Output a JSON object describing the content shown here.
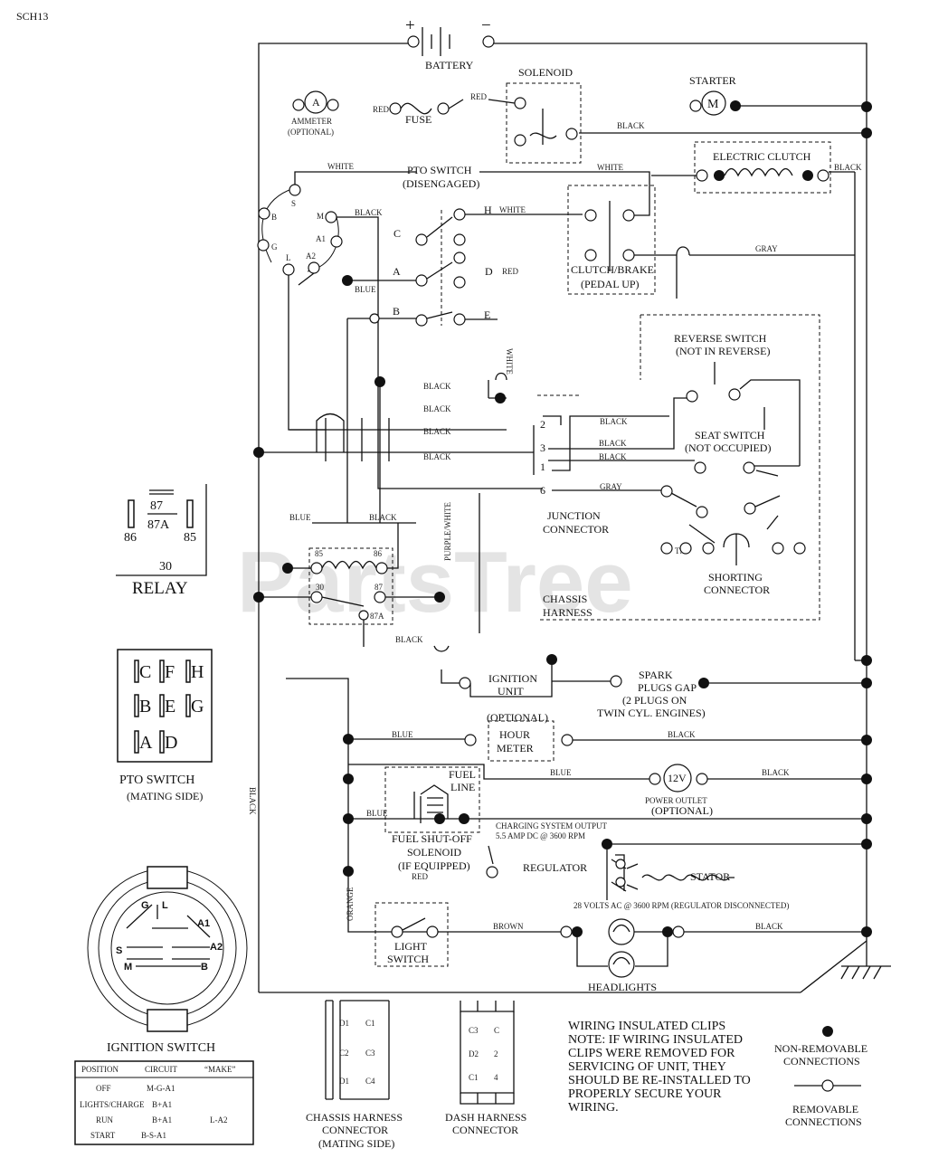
{
  "page_code": "SCH13",
  "watermark": "PartsTree",
  "watermark_tm": "TM",
  "battery": {
    "label": "BATTERY",
    "plus": "+",
    "minus": "−"
  },
  "solenoid": {
    "label": "SOLENOID"
  },
  "starter": {
    "label": "STARTER",
    "symbol": "M"
  },
  "ammeter": {
    "label": "AMMETER",
    "sublabel": "(OPTIONAL)",
    "symbol": "A"
  },
  "fuse": {
    "label": "FUSE"
  },
  "pto_switch": {
    "label": "PTO SWITCH",
    "state": "(DISENGAGED)",
    "terminals": [
      "C",
      "H",
      "A",
      "D",
      "B",
      "E"
    ]
  },
  "electric_clutch": {
    "label": "ELECTRIC CLUTCH"
  },
  "clutch_brake": {
    "label": "CLUTCH/BRAKE",
    "state": "(PEDAL UP)"
  },
  "ignition_terminals": [
    "B",
    "S",
    "M",
    "A1",
    "G",
    "L",
    "A2"
  ],
  "reverse_switch": {
    "label": "REVERSE SWITCH",
    "state": "(NOT IN REVERSE)"
  },
  "seat_switch": {
    "label": "SEAT SWITCH",
    "state": "(NOT OCCUPIED)"
  },
  "junction": {
    "label": "JUNCTION",
    "label2": "CONNECTOR",
    "pins": [
      "2",
      "3",
      "1",
      "6"
    ]
  },
  "shorting": {
    "label": "SHORTING",
    "label2": "CONNECTOR"
  },
  "chassis_harness": {
    "label": "CHASSIS",
    "label2": "HARNESS"
  },
  "relay": {
    "label": "RELAY",
    "pins": [
      "87",
      "87A",
      "86",
      "85",
      "30"
    ]
  },
  "relay_diagram_pins": [
    "85",
    "86",
    "30",
    "87",
    "87A"
  ],
  "pto_mating": {
    "label": "PTO SWITCH",
    "sublabel": "(MATING SIDE)",
    "pins": [
      "C",
      "F",
      "H",
      "B",
      "E",
      "G",
      "A",
      "D"
    ]
  },
  "ignition_unit": {
    "label": "IGNITION",
    "label2": "UNIT"
  },
  "spark_plugs": {
    "label": "SPARK",
    "label2": "PLUGS GAP",
    "label3": "(2 PLUGS ON",
    "label4": "TWIN CYL. ENGINES)"
  },
  "hour_meter": {
    "optional": "(OPTIONAL)",
    "label": "HOUR",
    "label2": "METER"
  },
  "power_outlet": {
    "symbol": "12V",
    "label": "POWER OUTLET",
    "sublabel": "(OPTIONAL)"
  },
  "fuel_line": {
    "label": "FUEL",
    "label2": "LINE"
  },
  "fuel_solenoid": {
    "label": "FUEL SHUT-OFF",
    "label2": "SOLENOID",
    "label3": "(IF EQUIPPED)"
  },
  "charging": {
    "label": "CHARGING SYSTEM OUTPUT",
    "label2": "5.5 AMP DC @ 3600 RPM"
  },
  "regulator": {
    "label": "REGULATOR"
  },
  "stator": {
    "label": "STATOR",
    "spec": "28 VOLTS AC @ 3600 RPM (REGULATOR DISCONNECTED)"
  },
  "light_switch": {
    "label": "LIGHT",
    "label2": "SWITCH"
  },
  "headlights": {
    "label": "HEADLIGHTS"
  },
  "wire_colors": {
    "red": "RED",
    "black": "BLACK",
    "white": "WHITE",
    "blue": "BLUE",
    "gray": "GRAY",
    "orange": "ORANGE",
    "brown": "BROWN",
    "purple_white": "PURPLE/WHITE"
  },
  "ignition_switch": {
    "label": "IGNITION SWITCH",
    "face_letters": [
      "G",
      "L",
      "A1",
      "S",
      "A2",
      "M",
      "B"
    ],
    "table_headers": [
      "POSITION",
      "CIRCUIT",
      "“MAKE”"
    ],
    "table_rows": [
      [
        "OFF",
        "M-G-A1",
        ""
      ],
      [
        "LIGHTS/CHARGE",
        "B+A1",
        ""
      ],
      [
        "RUN",
        "B+A1",
        "L-A2"
      ],
      [
        "START",
        "B-S-A1",
        ""
      ]
    ]
  },
  "chassis_connector": {
    "label": "CHASSIS HARNESS",
    "label2": "CONNECTOR",
    "label3": "(MATING SIDE)",
    "pins": [
      "D1",
      "C1",
      "C2",
      "C3",
      "D1",
      "C4"
    ]
  },
  "dash_connector": {
    "label": "DASH HARNESS",
    "label2": "CONNECTOR",
    "pins": [
      "C3",
      "C",
      "D2",
      "2",
      "C1",
      "4"
    ]
  },
  "note": {
    "lines": [
      "WIRING INSULATED CLIPS",
      "NOTE: IF WIRING INSULATED",
      "CLIPS WERE REMOVED FOR",
      "SERVICING OF UNIT, THEY",
      "SHOULD BE RE-INSTALLED TO",
      "PROPERLY SECURE YOUR",
      "WIRING."
    ]
  },
  "legend": {
    "non_removable": "NON-REMOVABLE",
    "non_removable2": "CONNECTIONS",
    "removable": "REMOVABLE",
    "removable2": "CONNECTIONS"
  }
}
